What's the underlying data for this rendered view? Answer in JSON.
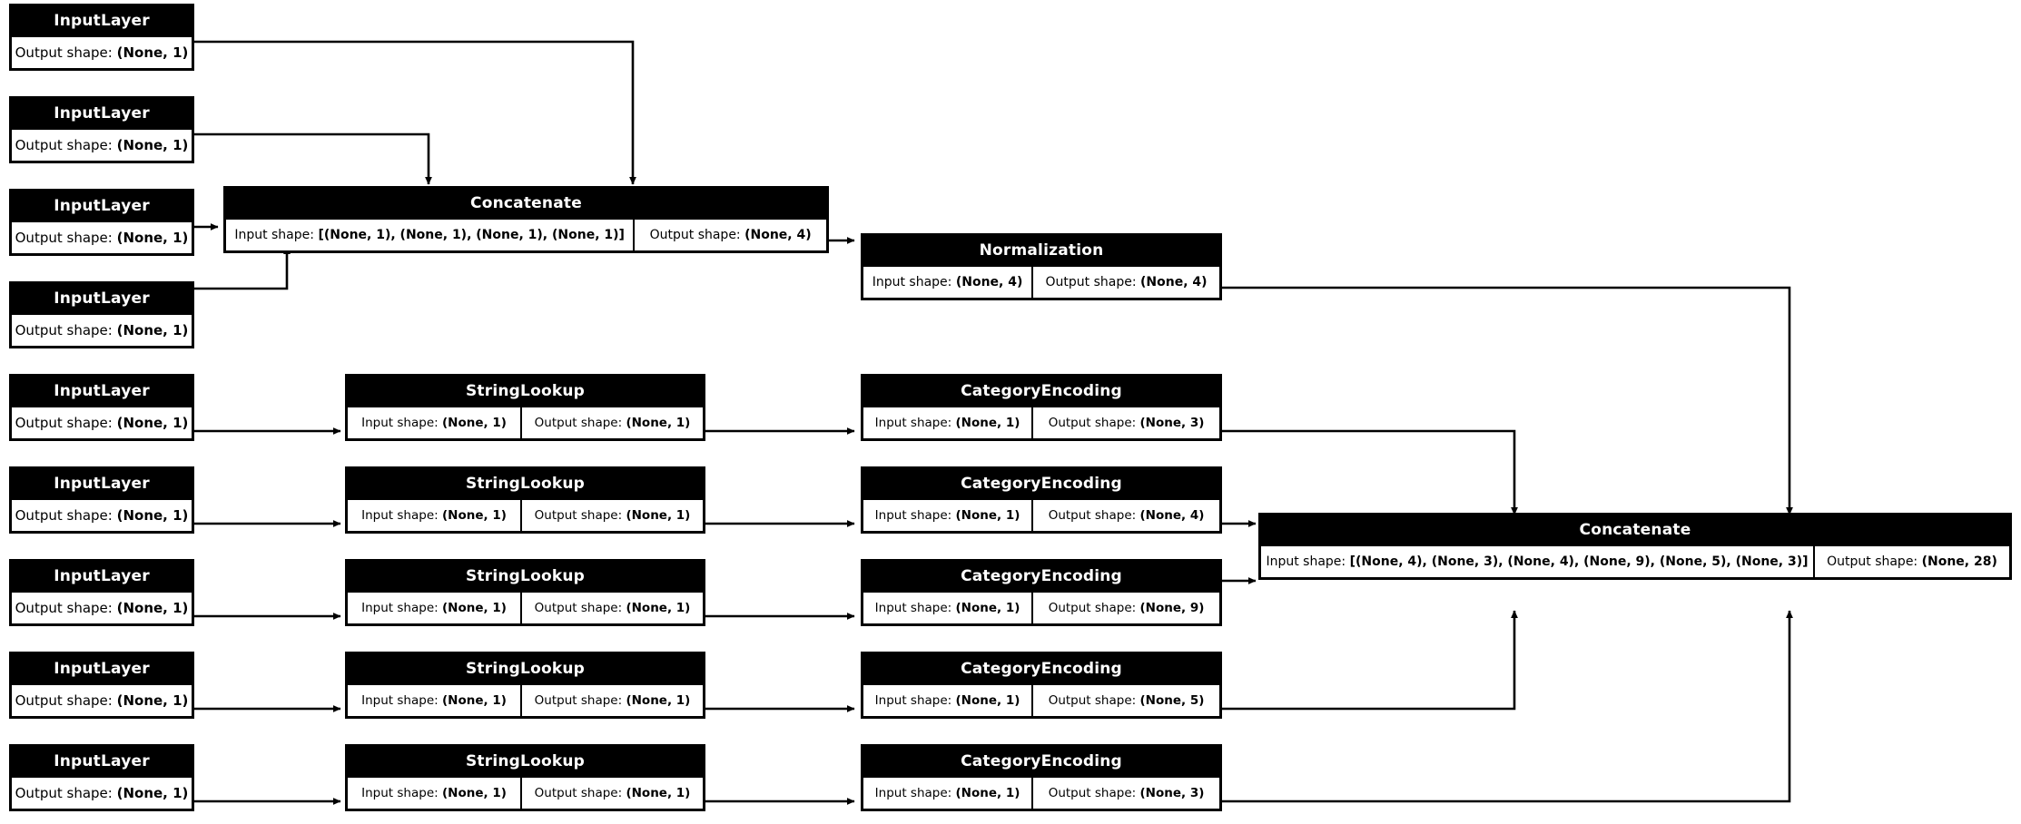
{
  "diagram": {
    "kind": "keras-model-plot",
    "background": "#ffffff",
    "node_fill": "#000000",
    "node_text": "#ffffff",
    "field_fill": "#ffffff",
    "field_text": "#000000",
    "labels": {
      "input_shape": "Input shape:",
      "output_shape": "Output shape:"
    }
  },
  "nodes": {
    "in_num_1": {
      "type": "InputLayer",
      "output": "(None, 1)"
    },
    "in_num_2": {
      "type": "InputLayer",
      "output": "(None, 1)"
    },
    "in_num_3": {
      "type": "InputLayer",
      "output": "(None, 1)"
    },
    "in_num_4": {
      "type": "InputLayer",
      "output": "(None, 1)"
    },
    "concat_num": {
      "type": "Concatenate",
      "input": "[(None, 1), (None, 1), (None, 1), (None, 1)]",
      "output": "(None, 4)"
    },
    "normalization": {
      "type": "Normalization",
      "input": "(None, 4)",
      "output": "(None, 4)"
    },
    "in_cat_1": {
      "type": "InputLayer",
      "output": "(None, 1)"
    },
    "in_cat_2": {
      "type": "InputLayer",
      "output": "(None, 1)"
    },
    "in_cat_3": {
      "type": "InputLayer",
      "output": "(None, 1)"
    },
    "in_cat_4": {
      "type": "InputLayer",
      "output": "(None, 1)"
    },
    "in_cat_5": {
      "type": "InputLayer",
      "output": "(None, 1)"
    },
    "lookup_1": {
      "type": "StringLookup",
      "input": "(None, 1)",
      "output": "(None, 1)"
    },
    "lookup_2": {
      "type": "StringLookup",
      "input": "(None, 1)",
      "output": "(None, 1)"
    },
    "lookup_3": {
      "type": "StringLookup",
      "input": "(None, 1)",
      "output": "(None, 1)"
    },
    "lookup_4": {
      "type": "StringLookup",
      "input": "(None, 1)",
      "output": "(None, 1)"
    },
    "lookup_5": {
      "type": "StringLookup",
      "input": "(None, 1)",
      "output": "(None, 1)"
    },
    "encode_1": {
      "type": "CategoryEncoding",
      "input": "(None, 1)",
      "output": "(None, 3)"
    },
    "encode_2": {
      "type": "CategoryEncoding",
      "input": "(None, 1)",
      "output": "(None, 4)"
    },
    "encode_3": {
      "type": "CategoryEncoding",
      "input": "(None, 1)",
      "output": "(None, 9)"
    },
    "encode_4": {
      "type": "CategoryEncoding",
      "input": "(None, 1)",
      "output": "(None, 5)"
    },
    "encode_5": {
      "type": "CategoryEncoding",
      "input": "(None, 1)",
      "output": "(None, 3)"
    },
    "concat_all": {
      "type": "Concatenate",
      "input": "[(None, 4), (None, 3), (None, 4), (None, 9), (None, 5), (None, 3)]",
      "output": "(None, 28)"
    }
  }
}
